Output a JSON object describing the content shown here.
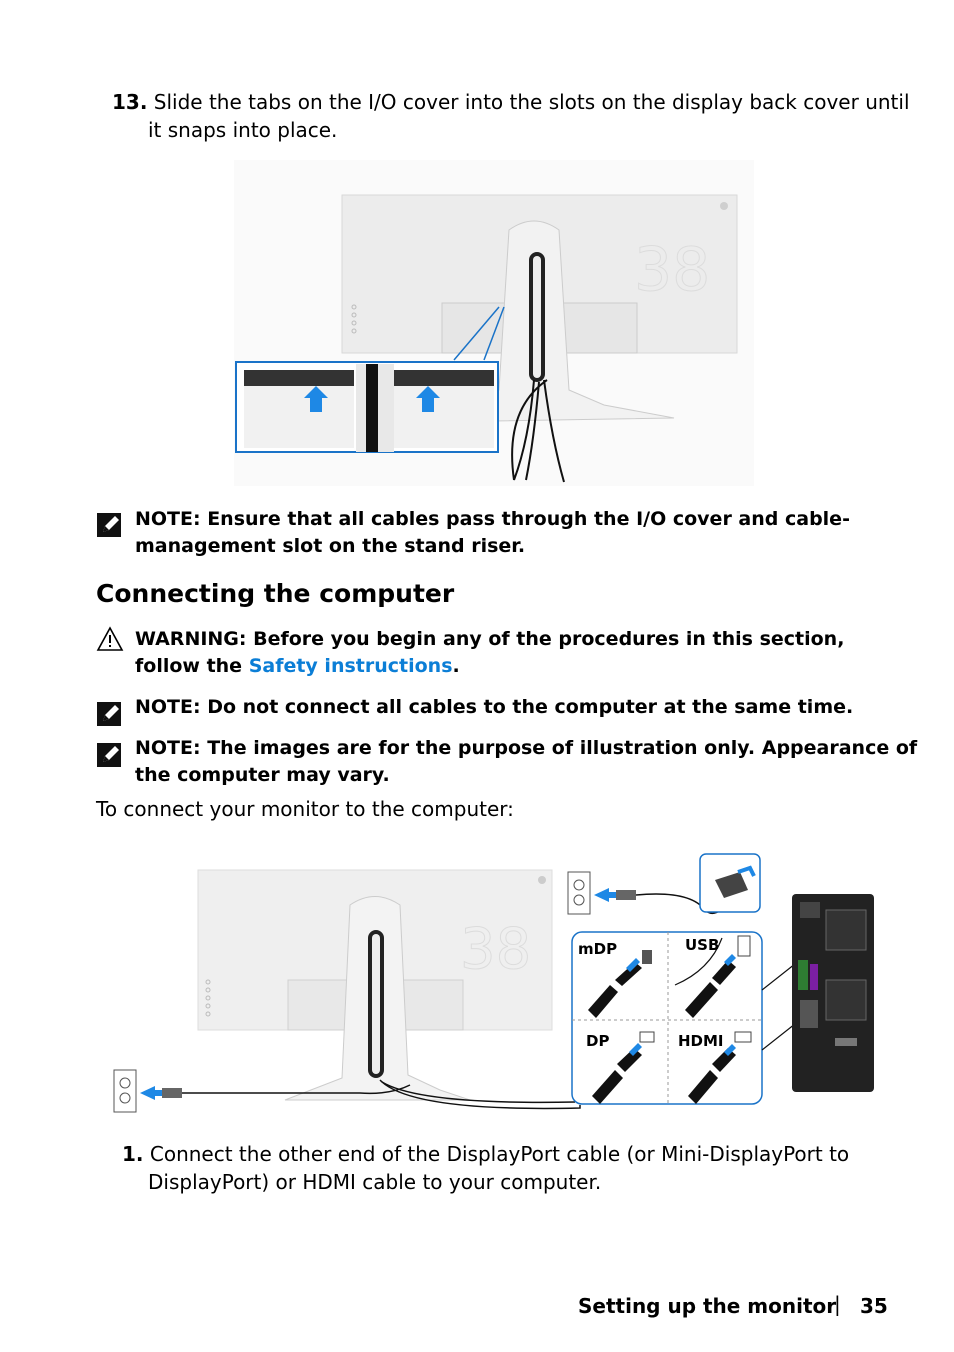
{
  "step13": {
    "number": "13.",
    "text_line1": "Slide the tabs on the I/O cover into the slots on the display back cover until",
    "text_line2": "it snaps into place."
  },
  "note1": {
    "line1": "NOTE: Ensure that all cables pass through the I/O cover and cable-",
    "line2": "management slot on the stand riser."
  },
  "section_heading": "Connecting the computer",
  "warning": {
    "line1": "WARNING: Before you begin any of the procedures in this section,",
    "line2_prefix": "follow the ",
    "link": "Safety instructions",
    "line2_suffix": "."
  },
  "note2": {
    "line1": "NOTE: Do not connect all cables to the computer at the same time."
  },
  "note3": {
    "line1": "NOTE: The images are for the purpose of illustration only. Appearance of",
    "line2": "the computer may vary."
  },
  "intro": "To connect your monitor to the computer:",
  "figure2_labels": {
    "mdp": "mDP",
    "usb": "USB",
    "dp": "DP",
    "hdmi": "HDMI"
  },
  "step1": {
    "number": "1.",
    "text_line1": "Connect the other end of the DisplayPort cable (or Mini-DisplayPort to",
    "text_line2": "DisplayPort) or HDMI cable to your computer."
  },
  "footer": {
    "section": "Setting up the monitor",
    "separator": "|",
    "page": "35"
  },
  "colors": {
    "link": "#0b7ed6",
    "callout_blue": "#1a73c8",
    "arrow_blue": "#1e88e5"
  },
  "icons": {
    "note": "pencil-note-icon",
    "warning": "warning-triangle-icon"
  }
}
